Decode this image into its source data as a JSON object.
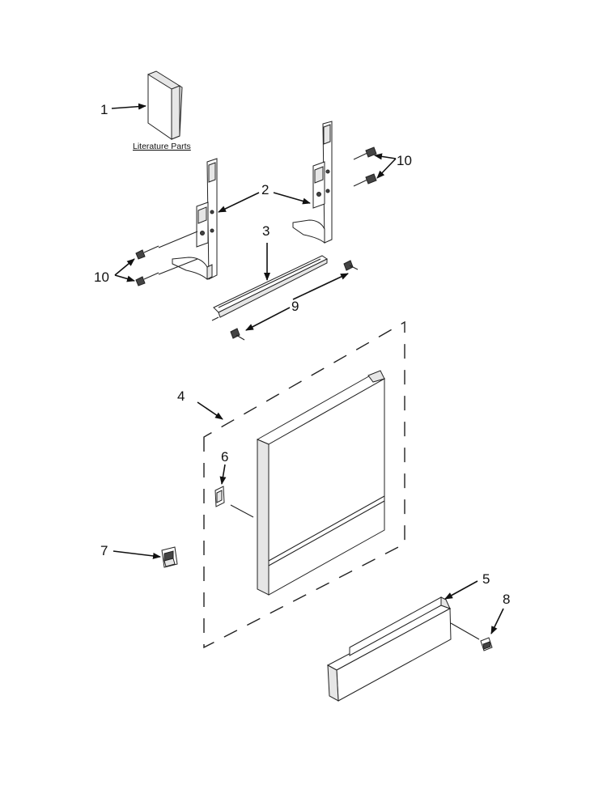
{
  "callouts": {
    "c1": "1",
    "c2": "2",
    "c3": "3",
    "c4": "4",
    "c5": "5",
    "c6": "6",
    "c7": "7",
    "c8": "8",
    "c9": "9",
    "c10a": "10",
    "c10b": "10"
  },
  "literature_label": "Literature Parts"
}
